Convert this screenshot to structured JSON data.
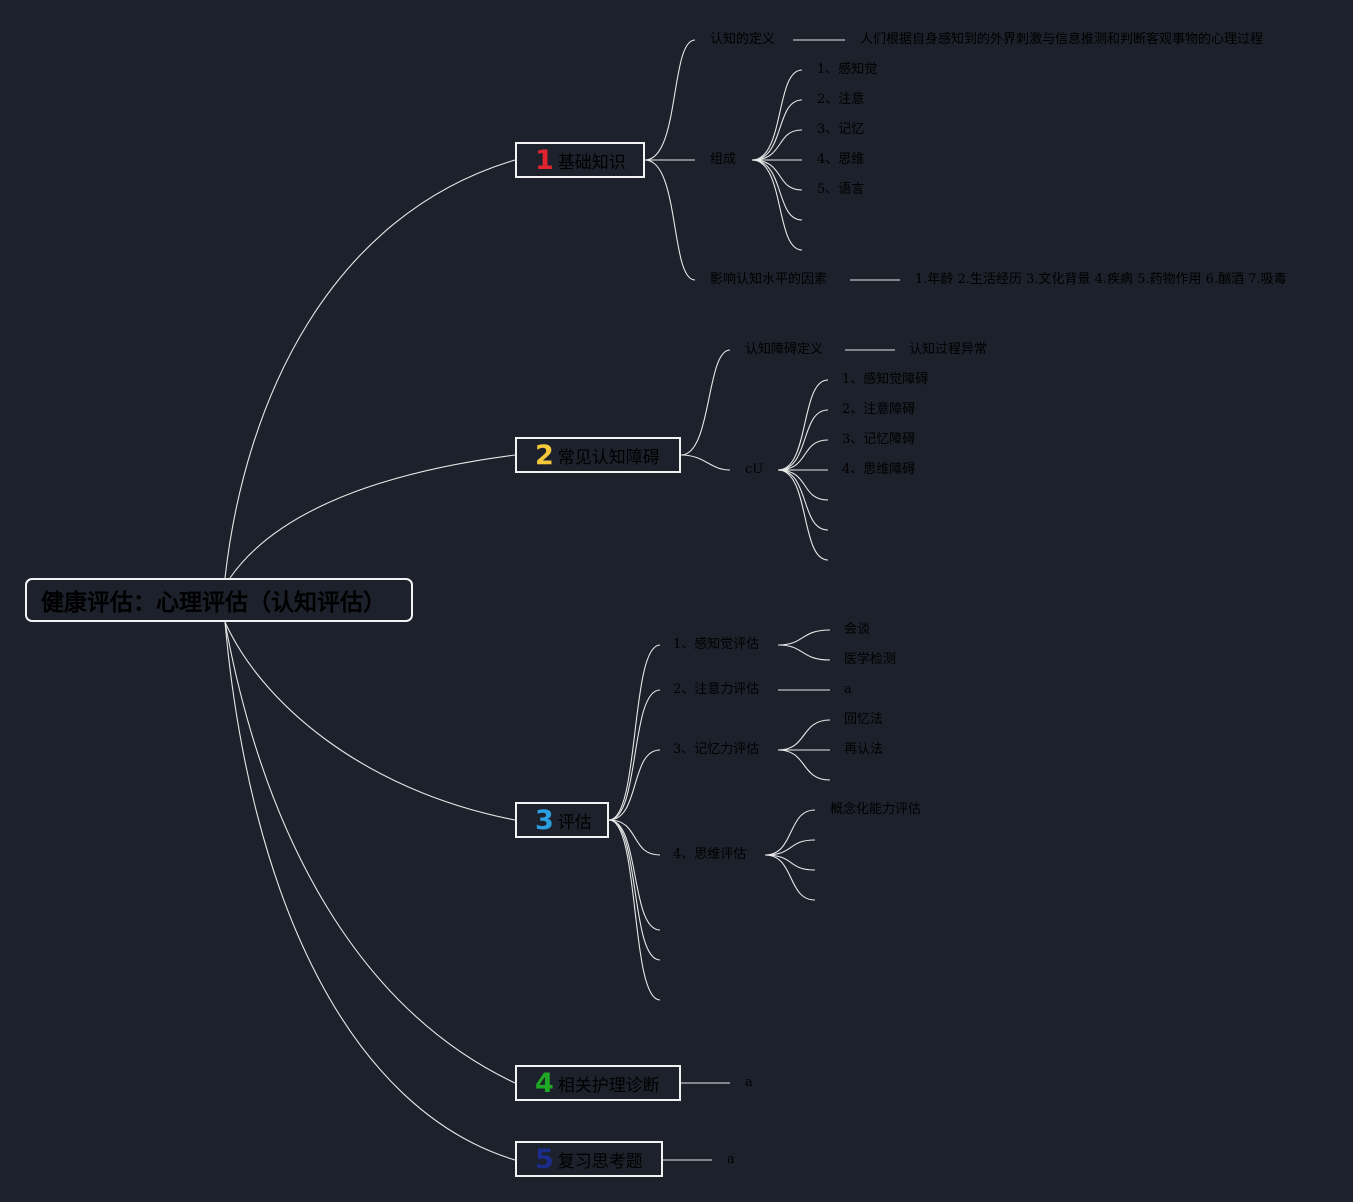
{
  "root": {
    "title": "健康评估：心理评估（认知评估）"
  },
  "branches": [
    {
      "number": "1",
      "label": "基础知识",
      "color": "#e0242f"
    },
    {
      "number": "2",
      "label": "常见认知障碍",
      "color": "#f5c93a"
    },
    {
      "number": "3",
      "label": "评估",
      "color": "#2b9fe0"
    },
    {
      "number": "4",
      "label": "相关护理诊断",
      "color": "#1fa824"
    },
    {
      "number": "5",
      "label": "复习思考题",
      "color": "#1c2c8a"
    }
  ],
  "b1": {
    "definition_label": "认知的定义",
    "definition_text": "人们根据自身感知到的外界刺激与信息推测和判断客观事物的心理过程",
    "composition_label": "组成",
    "composition_items": [
      "1、感知觉",
      "2、注意",
      "3、记忆",
      "4、思维",
      "5、语言"
    ],
    "factors_label": "影响认知水平的因素",
    "factors_text": "1.年龄 2.生活经历 3.文化背景 4.疾病 5.药物作用 6.酗酒 7.吸毒"
  },
  "b2": {
    "definition_label": "认知障碍定义",
    "definition_text": "认知过程异常",
    "group_label": "cU",
    "items": [
      "1、感知觉障碍",
      "2、注意障碍",
      "3、记忆障碍",
      "4、思维障碍"
    ]
  },
  "b3": {
    "perception_label": "1、感知觉评估",
    "perception_items": [
      "会谈",
      "医学检测"
    ],
    "attention_label": "2、注意力评估",
    "attention_value": "a",
    "memory_label": "3、记忆力评估",
    "memory_items": [
      "回忆法",
      "再认法"
    ],
    "thinking_label": "4、思维评估",
    "thinking_items": [
      "概念化能力评估"
    ]
  },
  "b4": {
    "value": "a"
  },
  "b5": {
    "value": "a"
  },
  "colors": {
    "background": "#1d212b",
    "line": "#e8e8e8",
    "box_border": "#f2f2f2",
    "text": "#000000"
  }
}
